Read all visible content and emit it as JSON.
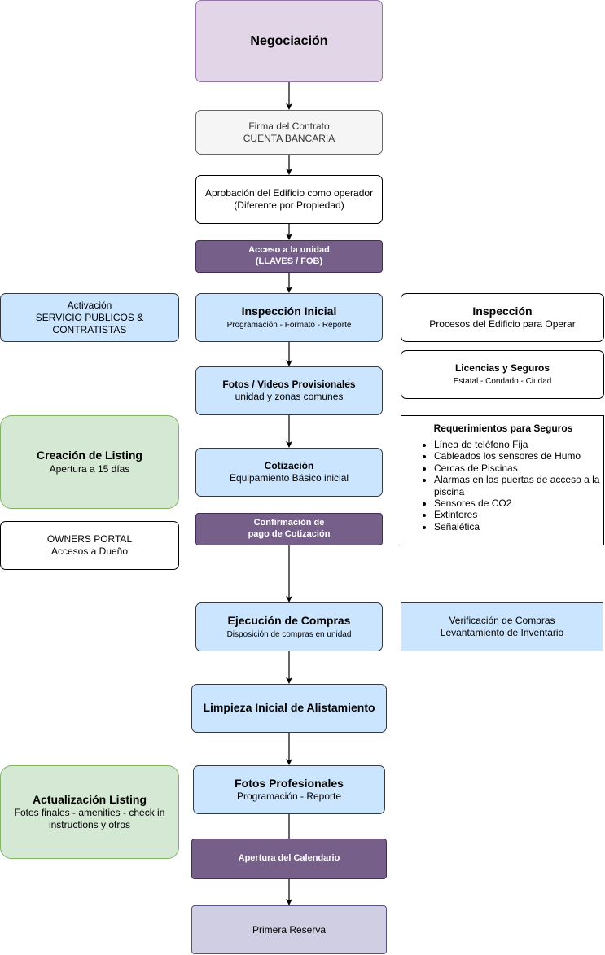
{
  "nodes": {
    "negociacion": {
      "title": "Negociación"
    },
    "firma": {
      "line1": "Firma del Contrato",
      "line2": "CUENTA BANCARIA"
    },
    "aprobacion": {
      "line1": "Aprobación del Edificio como operador",
      "line2": "(Diferente por Propiedad)"
    },
    "acceso": {
      "line1": "Acceso a la unidad",
      "line2": "(LLAVES / FOB)"
    },
    "activacion": {
      "line1": "Activación",
      "line2": "SERVICIO PUBLICOS &",
      "line3": "CONTRATISTAS"
    },
    "inspeccion_inicial": {
      "title": "Inspección Inicial",
      "subtitle": "Programación - Formato - Reporte"
    },
    "inspeccion": {
      "title": "Inspección",
      "subtitle": "Procesos del Edificio para Operar"
    },
    "fotos_videos": {
      "title": "Fotos / Videos Provisionales",
      "subtitle": "unidad y zonas comunes"
    },
    "licencias": {
      "title": "Licencias y Seguros",
      "subtitle": "Estatal - Condado - Ciudad"
    },
    "creacion_listing": {
      "title": "Creación de Listing",
      "subtitle": "Apertura a 15 días"
    },
    "cotizacion": {
      "title": "Cotización",
      "subtitle": "Equipamiento Básico inicial"
    },
    "requerimientos": {
      "title": "Requerimientos para Seguros",
      "items": [
        "Línea de teléfono Fija",
        "Cableados los sensores de Humo",
        "Cercas de Piscinas",
        "Alarmas en las puertas de acceso a la piscina",
        "Sensores de CO2",
        "Extintores",
        "Señalética"
      ]
    },
    "confirmacion": {
      "line1": "Confirmación de",
      "line2": "pago de Cotización"
    },
    "owners_portal": {
      "line1": "OWNERS PORTAL",
      "line2": "Accesos a Dueño"
    },
    "ejecucion": {
      "title": "Ejecución de Compras",
      "subtitle": "Disposición de compras en unidad"
    },
    "verificacion": {
      "line1": "Verificación de Compras",
      "line2": "Levantamiento de Inventario"
    },
    "limpieza": {
      "title": "Limpieza Inicial de Alistamiento"
    },
    "fotos_profesionales": {
      "title": "Fotos Profesionales",
      "subtitle": "Programación - Reporte"
    },
    "actualizacion_listing": {
      "title": "Actualización Listing",
      "subtitle": "Fotos finales - amenities - check in instructions y otros"
    },
    "apertura_calendario": {
      "title": "Apertura del Calendario"
    },
    "primera_reserva": {
      "title": "Primera Reserva"
    }
  },
  "colors": {
    "lilac": "#e1d5e7",
    "grey": "#f5f5f5",
    "purple": "#76608a",
    "blue": "#cce5ff",
    "green": "#d5e8d4",
    "lavender": "#d0cee2"
  }
}
